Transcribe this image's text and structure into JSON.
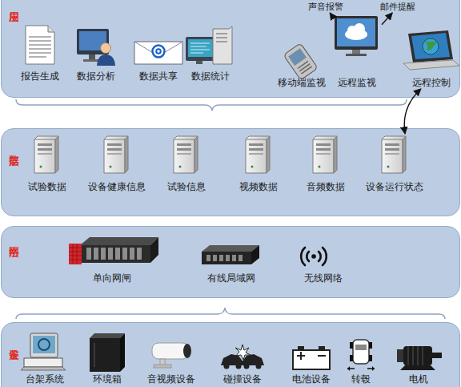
{
  "diagram": {
    "nodes": [
      {
        "text": [
          "应用层"
        ]
      },
      {
        "text": [
          "声音报警"
        ],
        "in": 0
      },
      {
        "text": [
          "邮件提醒"
        ],
        "in": 0
      },
      {
        "text": [
          "报告生成"
        ],
        "in": 0
      },
      {
        "text": [
          "数据分析"
        ],
        "in": 0
      },
      {
        "text": [
          "数据共享"
        ],
        "in": 0
      },
      {
        "text": [
          "数据统计"
        ],
        "in": 0
      },
      {
        "text": [
          "移动端监视"
        ],
        "in": 0
      },
      {
        "text": [
          "远程监视"
        ],
        "in": 0
      },
      {
        "text": [
          "远程控制"
        ],
        "in": 0
      },
      {
        "text": [
          "数据层"
        ]
      },
      {
        "text": [
          "试验数据"
        ],
        "in": 10
      },
      {
        "text": [
          "设备健康信息"
        ],
        "in": 10
      },
      {
        "text": [
          "试验信息"
        ],
        "in": 10
      },
      {
        "text": [
          "视频数据"
        ],
        "in": 10
      },
      {
        "text": [
          "音频数据"
        ],
        "in": 10
      },
      {
        "text": [
          "设备运行状态"
        ],
        "in": 10
      },
      {
        "text": [
          "网络层"
        ]
      },
      {
        "text": [
          "单向网闸"
        ],
        "in": 17
      },
      {
        "text": [
          "有线局域网"
        ],
        "in": 17
      },
      {
        "text": [
          "无线网络"
        ],
        "in": 17
      },
      {
        "text": [
          "设备层"
        ]
      },
      {
        "text": [
          "台架系统"
        ],
        "in": 21
      },
      {
        "text": [
          "环境箱"
        ],
        "in": 21
      },
      {
        "text": [
          "音视频设备"
        ],
        "in": 21
      },
      {
        "text": [
          "碰撞设备"
        ],
        "in": 21
      },
      {
        "text": [
          "电池设备"
        ],
        "in": 21
      },
      {
        "text": [
          "转毂"
        ],
        "in": 21
      },
      {
        "text": [
          "电机"
        ],
        "in": 21
      }
    ],
    "edges": [
      {
        "from": 8,
        "to": 1,
        "arrow": "to"
      },
      {
        "from": 8,
        "to": 2,
        "arrow": "to"
      },
      {
        "from": 9,
        "to": 16,
        "arrow": "both"
      }
    ]
  }
}
